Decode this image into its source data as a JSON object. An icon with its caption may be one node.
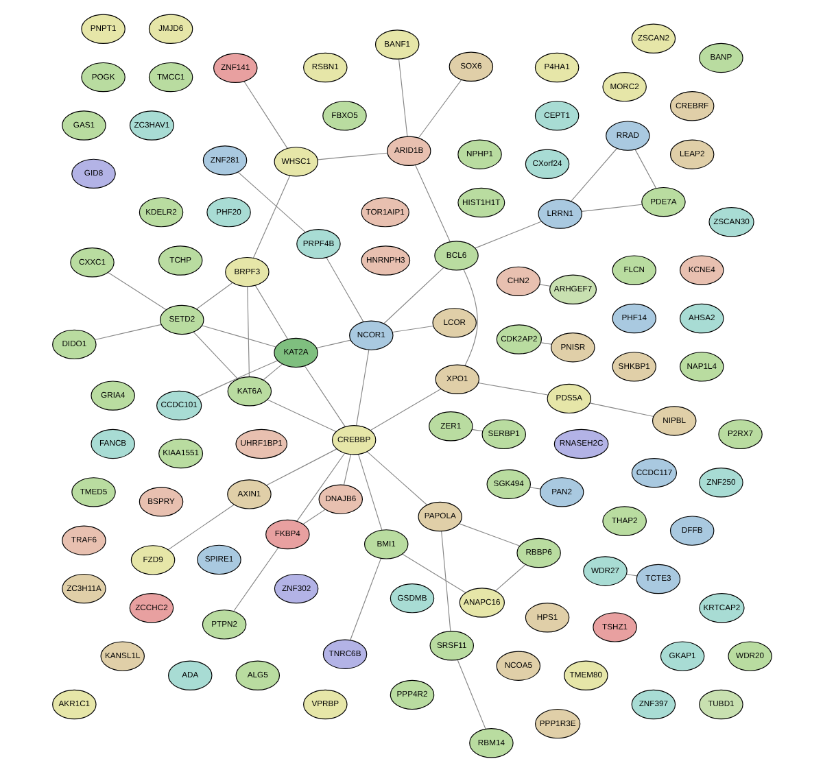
{
  "diagram": {
    "nodes": [
      {
        "text": [
          "PHF20"
        ]
      },
      {
        "text": [
          "TNRC6B"
        ]
      },
      {
        "text": [
          "SPIRE1"
        ]
      },
      {
        "text": [
          "CXorf24"
        ]
      },
      {
        "text": [
          "ZNF302"
        ]
      },
      {
        "text": [
          "GSDMB"
        ]
      },
      {
        "text": [
          "THAP2"
        ]
      },
      {
        "text": [
          "NPHP1"
        ]
      },
      {
        "text": [
          "ANAPC16"
        ]
      },
      {
        "text": [
          "RBM14"
        ]
      },
      {
        "text": [
          "TCHP"
        ]
      },
      {
        "text": [
          "KIAA1551"
        ]
      },
      {
        "text": [
          "SHKBP1"
        ]
      },
      {
        "text": [
          "PHF14"
        ]
      },
      {
        "text": [
          "FLCN"
        ]
      },
      {
        "text": [
          "BMI1"
        ]
      },
      {
        "text": [
          "RBBP6"
        ]
      },
      {
        "text": [
          "HPS1"
        ]
      },
      {
        "text": [
          "KDELR2"
        ]
      },
      {
        "text": [
          "BSPRY"
        ]
      },
      {
        "text": [
          "TSHZ1"
        ]
      },
      {
        "text": [
          "CCDC117"
        ]
      },
      {
        "text": [
          "SRSF11"
        ]
      },
      {
        "text": [
          "ZC3HAV1"
        ]
      },
      {
        "text": [
          "ZCCHC2"
        ]
      },
      {
        "text": [
          "CEPT1"
        ]
      },
      {
        "text": [
          "PTPN2"
        ]
      },
      {
        "text": [
          "FBXO5"
        ]
      },
      {
        "text": [
          "PAPOLA"
        ]
      },
      {
        "text": [
          "ZER1"
        ]
      },
      {
        "text": [
          "GKAP1"
        ]
      },
      {
        "text": [
          "SERBP1"
        ]
      },
      {
        "text": [
          "KANSL1L"
        ]
      },
      {
        "text": [
          "FZD9"
        ]
      },
      {
        "text": [
          "NCOA5"
        ]
      },
      {
        "text": [
          "DFFB"
        ]
      },
      {
        "text": [
          "FKBP4"
        ]
      },
      {
        "text": [
          "DNAJB6"
        ]
      },
      {
        "text": [
          "AXIN1"
        ]
      },
      {
        "text": [
          "SGK494"
        ]
      },
      {
        "text": [
          "PAN2"
        ]
      },
      {
        "text": [
          "NIPBL"
        ]
      },
      {
        "text": [
          "PDS5A"
        ]
      },
      {
        "text": [
          "LEAP2"
        ]
      },
      {
        "text": [
          "CREBBP"
        ]
      },
      {
        "text": [
          "CREBRF"
        ]
      },
      {
        "text": [
          "MORC2"
        ]
      },
      {
        "text": [
          "XPO1"
        ]
      },
      {
        "text": [
          "GRIA4"
        ]
      },
      {
        "text": [
          "ZNF281"
        ]
      },
      {
        "text": [
          "FANCB"
        ]
      },
      {
        "text": [
          "TMEM80"
        ]
      },
      {
        "text": [
          "CDK2AP2"
        ]
      },
      {
        "text": [
          "PNISR"
        ]
      },
      {
        "text": [
          "HNRNPH3"
        ]
      },
      {
        "text": [
          "PRPF4B"
        ]
      },
      {
        "text": [
          "NCOR1"
        ]
      },
      {
        "text": [
          "NAP1L4"
        ]
      },
      {
        "text": [
          "AHSA2"
        ]
      },
      {
        "text": [
          "CHN2"
        ]
      },
      {
        "text": [
          "KAT6A"
        ]
      },
      {
        "text": [
          "ARHGEF7"
        ]
      },
      {
        "text": [
          "BCL6"
        ]
      },
      {
        "text": [
          "KAT2A"
        ]
      },
      {
        "text": [
          "KCNE4"
        ]
      },
      {
        "text": [
          "LRRN1"
        ]
      },
      {
        "text": [
          "RRAD"
        ]
      },
      {
        "text": [
          "TMCC1"
        ]
      },
      {
        "text": [
          "LCOR"
        ]
      },
      {
        "text": [
          "DIDO1"
        ]
      },
      {
        "text": [
          "SETD2"
        ]
      },
      {
        "text": [
          "BRPF3"
        ]
      },
      {
        "text": [
          "CCDC101"
        ]
      },
      {
        "text": [
          "UHRF1BP1"
        ]
      },
      {
        "text": [
          "POGK"
        ]
      },
      {
        "text": [
          "PDE7A"
        ]
      },
      {
        "text": [
          "ARID1B"
        ]
      },
      {
        "text": [
          "TOR1AIP1"
        ]
      },
      {
        "text": [
          "ADA"
        ]
      },
      {
        "text": [
          "ALG5"
        ]
      },
      {
        "text": [
          "WDR27"
        ]
      },
      {
        "text": [
          "TCTE3"
        ]
      },
      {
        "text": [
          "WHSC1"
        ]
      },
      {
        "text": [
          "P4HA1"
        ]
      },
      {
        "text": [
          "CXXC1"
        ]
      },
      {
        "text": [
          "RSBN1"
        ]
      },
      {
        "text": [
          "BANF1"
        ]
      },
      {
        "text": [
          "GID8"
        ]
      },
      {
        "text": [
          "TMED5"
        ]
      },
      {
        "text": [
          "PPP4R2"
        ]
      },
      {
        "text": [
          "KRTCAP2"
        ]
      },
      {
        "text": [
          "ZNF250"
        ]
      },
      {
        "text": [
          "RNASEH2C"
        ]
      },
      {
        "text": [
          "BANP"
        ]
      },
      {
        "text": [
          "SOX6"
        ]
      },
      {
        "text": [
          "GAS1"
        ]
      },
      {
        "text": [
          "ZNF141"
        ]
      },
      {
        "text": [
          "HIST1H1T"
        ]
      },
      {
        "text": [
          "TRAF6"
        ]
      },
      {
        "text": [
          "ZC3H11A"
        ]
      },
      {
        "text": [
          "ZNF397"
        ]
      },
      {
        "text": [
          "TUBD1"
        ]
      },
      {
        "text": [
          "ZSCAN30"
        ]
      },
      {
        "text": [
          "AKR1C1"
        ]
      },
      {
        "text": [
          "VPRBP"
        ]
      },
      {
        "text": [
          "P2RX7"
        ]
      },
      {
        "text": [
          "ZSCAN2"
        ]
      },
      {
        "text": [
          "PPP1R3E"
        ]
      },
      {
        "text": [
          "WDR20"
        ]
      },
      {
        "text": [
          "JMJD6"
        ]
      },
      {
        "text": [
          "PNPT1"
        ]
      }
    ],
    "edges": [
      {
        "from": 1,
        "to": 15,
        "arrow": "none"
      },
      {
        "from": 8,
        "to": 15,
        "arrow": "none"
      },
      {
        "from": 15,
        "to": 44,
        "arrow": "none"
      },
      {
        "from": 8,
        "to": 16,
        "arrow": "none"
      },
      {
        "from": 16,
        "to": 28,
        "arrow": "none"
      },
      {
        "from": 28,
        "to": 44,
        "arrow": "none"
      },
      {
        "from": 28,
        "to": 22,
        "arrow": "none"
      },
      {
        "from": 22,
        "to": 9,
        "arrow": "none"
      },
      {
        "from": 31,
        "to": 29,
        "arrow": "none"
      },
      {
        "from": 40,
        "to": 39,
        "arrow": "none"
      },
      {
        "from": 47,
        "to": 42,
        "arrow": "none"
      },
      {
        "from": 42,
        "to": 41,
        "arrow": "none"
      },
      {
        "from": 44,
        "to": 47,
        "arrow": "none"
      },
      {
        "from": 26,
        "to": 36,
        "arrow": "none"
      },
      {
        "from": 36,
        "to": 37,
        "arrow": "none"
      },
      {
        "from": 36,
        "to": 44,
        "arrow": "none"
      },
      {
        "from": 37,
        "to": 44,
        "arrow": "none"
      },
      {
        "from": 33,
        "to": 38,
        "arrow": "none"
      },
      {
        "from": 38,
        "to": 44,
        "arrow": "none"
      },
      {
        "from": 44,
        "to": 56,
        "arrow": "none"
      },
      {
        "from": 49,
        "to": 55,
        "arrow": "none"
      },
      {
        "from": 55,
        "to": 56,
        "arrow": "none"
      },
      {
        "from": 44,
        "to": 60,
        "arrow": "none"
      },
      {
        "from": 44,
        "to": 63,
        "arrow": "none"
      },
      {
        "from": 56,
        "to": 62,
        "arrow": "none"
      },
      {
        "from": 56,
        "to": 68,
        "arrow": "none"
      },
      {
        "from": 56,
        "to": 63,
        "arrow": "none"
      },
      {
        "from": 60,
        "to": 63,
        "arrow": "none"
      },
      {
        "from": 60,
        "to": 70,
        "arrow": "none"
      },
      {
        "from": 60,
        "to": 71,
        "arrow": "none"
      },
      {
        "from": 63,
        "to": 70,
        "arrow": "none"
      },
      {
        "from": 63,
        "to": 71,
        "arrow": "none"
      },
      {
        "from": 63,
        "to": 72,
        "arrow": "none"
      },
      {
        "from": 70,
        "to": 69,
        "arrow": "none"
      },
      {
        "from": 70,
        "to": 71,
        "arrow": "none"
      },
      {
        "from": 70,
        "to": 84,
        "arrow": "none"
      },
      {
        "from": 71,
        "to": 82,
        "arrow": "none"
      },
      {
        "from": 82,
        "to": 96,
        "arrow": "none"
      },
      {
        "from": 82,
        "to": 76,
        "arrow": "none"
      },
      {
        "from": 62,
        "to": 76,
        "arrow": "none"
      },
      {
        "from": 62,
        "to": 65,
        "arrow": "none"
      },
      {
        "from": 62,
        "to": 47,
        "arrow": "none"
      },
      {
        "from": 65,
        "to": 66,
        "arrow": "none"
      },
      {
        "from": 65,
        "to": 75,
        "arrow": "none"
      },
      {
        "from": 66,
        "to": 75,
        "arrow": "none"
      },
      {
        "from": 61,
        "to": 59,
        "arrow": "none"
      },
      {
        "from": 53,
        "to": 52,
        "arrow": "none"
      },
      {
        "from": 76,
        "to": 86,
        "arrow": "none"
      },
      {
        "from": 76,
        "to": 94,
        "arrow": "none"
      },
      {
        "from": 80,
        "to": 81,
        "arrow": "none"
      }
    ]
  }
}
